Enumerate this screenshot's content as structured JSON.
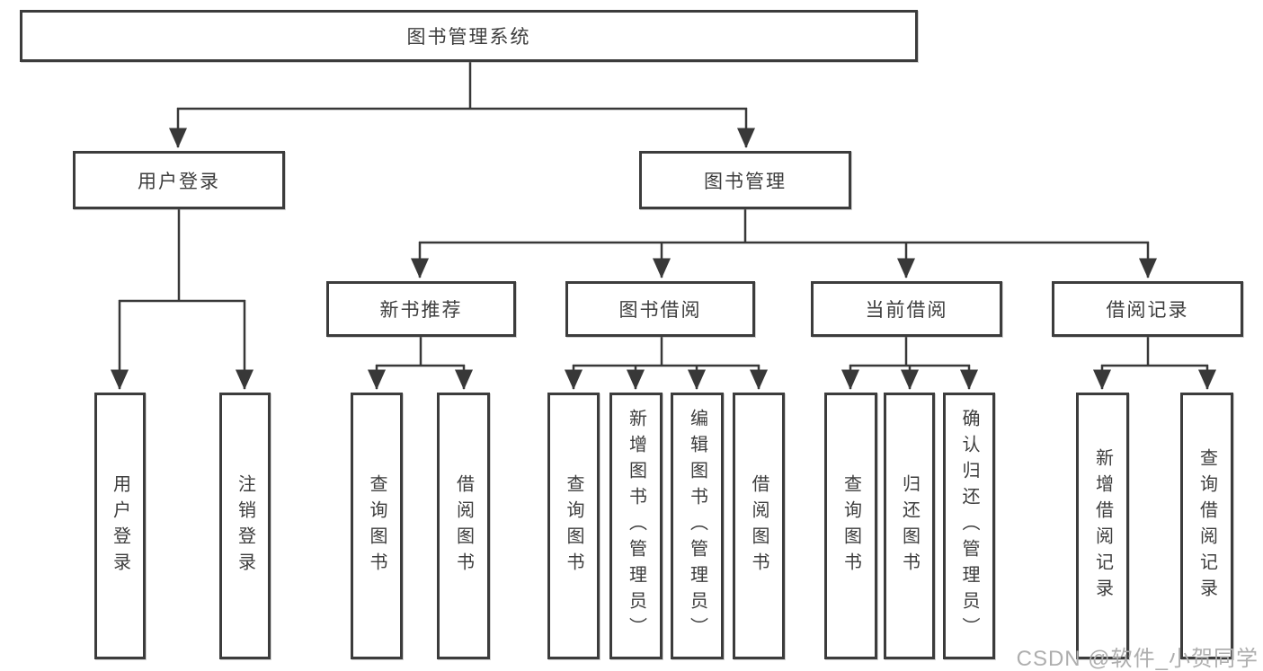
{
  "diagram_title": "图书管理系统",
  "watermark": {
    "text": "CSDN @软件_小贺同学",
    "color": "#aeaeae"
  },
  "colors": {
    "line": "#383838",
    "box_border": "#3c3c3c",
    "text": "#3d3d3d",
    "background": "#ffffff"
  },
  "tree": {
    "label": "图书管理系统",
    "children": [
      {
        "label": "用户登录",
        "children": [
          {
            "label": "用户登录"
          },
          {
            "label": "注销登录"
          }
        ]
      },
      {
        "label": "图书管理",
        "children": [
          {
            "label": "新书推荐",
            "children": [
              {
                "label": "查询图书"
              },
              {
                "label": "借阅图书"
              }
            ]
          },
          {
            "label": "图书借阅",
            "children": [
              {
                "label": "查询图书"
              },
              {
                "label": "新增图书（管理员）"
              },
              {
                "label": "编辑图书（管理员）"
              },
              {
                "label": "借阅图书"
              }
            ]
          },
          {
            "label": "当前借阅",
            "children": [
              {
                "label": "查询图书"
              },
              {
                "label": "归还图书"
              },
              {
                "label": "确认归还（管理员）"
              }
            ]
          },
          {
            "label": "借阅记录",
            "children": [
              {
                "label": "新增借阅记录"
              },
              {
                "label": "查询借阅记录"
              }
            ]
          }
        ]
      }
    ]
  }
}
